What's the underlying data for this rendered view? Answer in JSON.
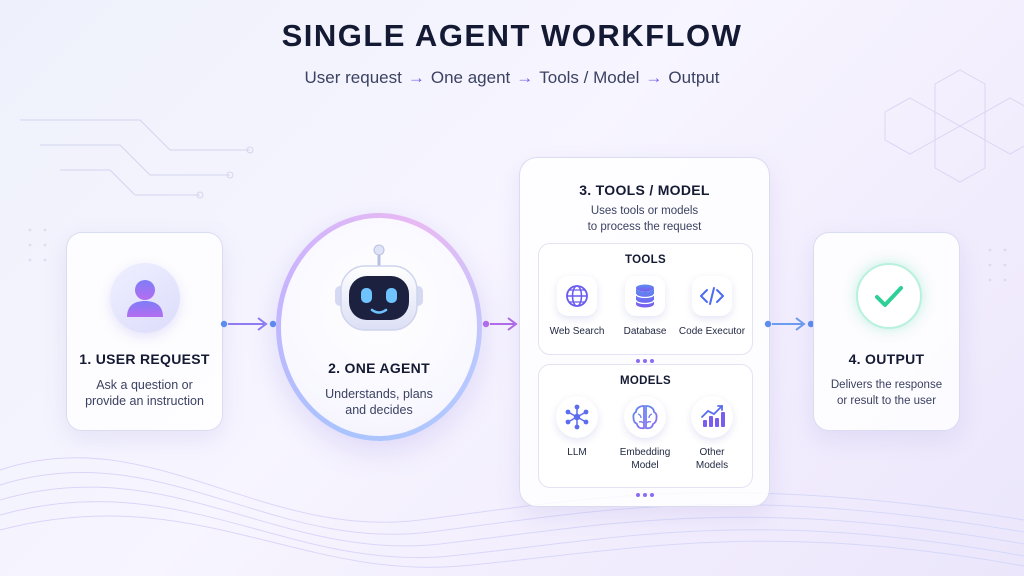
{
  "title": "SINGLE AGENT WORKFLOW",
  "subtitle": {
    "steps": [
      "User request",
      "One agent",
      "Tools / Model",
      "Output"
    ],
    "separator": "→"
  },
  "user_request": {
    "heading": "1. USER REQUEST",
    "line1": "Ask a question or",
    "line2": "provide an instruction",
    "icon": "user-icon"
  },
  "agent": {
    "heading": "2. ONE AGENT",
    "line1": "Understands, plans",
    "line2": "and decides",
    "icon": "robot-icon"
  },
  "tools_model": {
    "heading": "3. TOOLS / MODEL",
    "line1": "Uses tools or models",
    "line2": "to process the request",
    "tools": {
      "label": "TOOLS",
      "items": [
        {
          "label": "Web Search",
          "icon": "globe-icon"
        },
        {
          "label": "Database",
          "icon": "database-icon"
        },
        {
          "label": "Code Executor",
          "icon": "code-icon"
        }
      ]
    },
    "models": {
      "label": "MODELS",
      "items": [
        {
          "label": "LLM",
          "icon": "network-icon"
        },
        {
          "label_line1": "Embedding",
          "label_line2": "Model",
          "icon": "brain-icon"
        },
        {
          "label_line1": "Other",
          "label_line2": "Models",
          "icon": "chart-icon"
        }
      ]
    }
  },
  "output": {
    "heading": "4. OUTPUT",
    "line1": "Delivers the response",
    "line2": "or result to the user",
    "icon": "check-icon"
  },
  "colors": {
    "accent_purple": "#7a5cf0",
    "accent_blue": "#5b8def",
    "success_green": "#2fcf98"
  }
}
